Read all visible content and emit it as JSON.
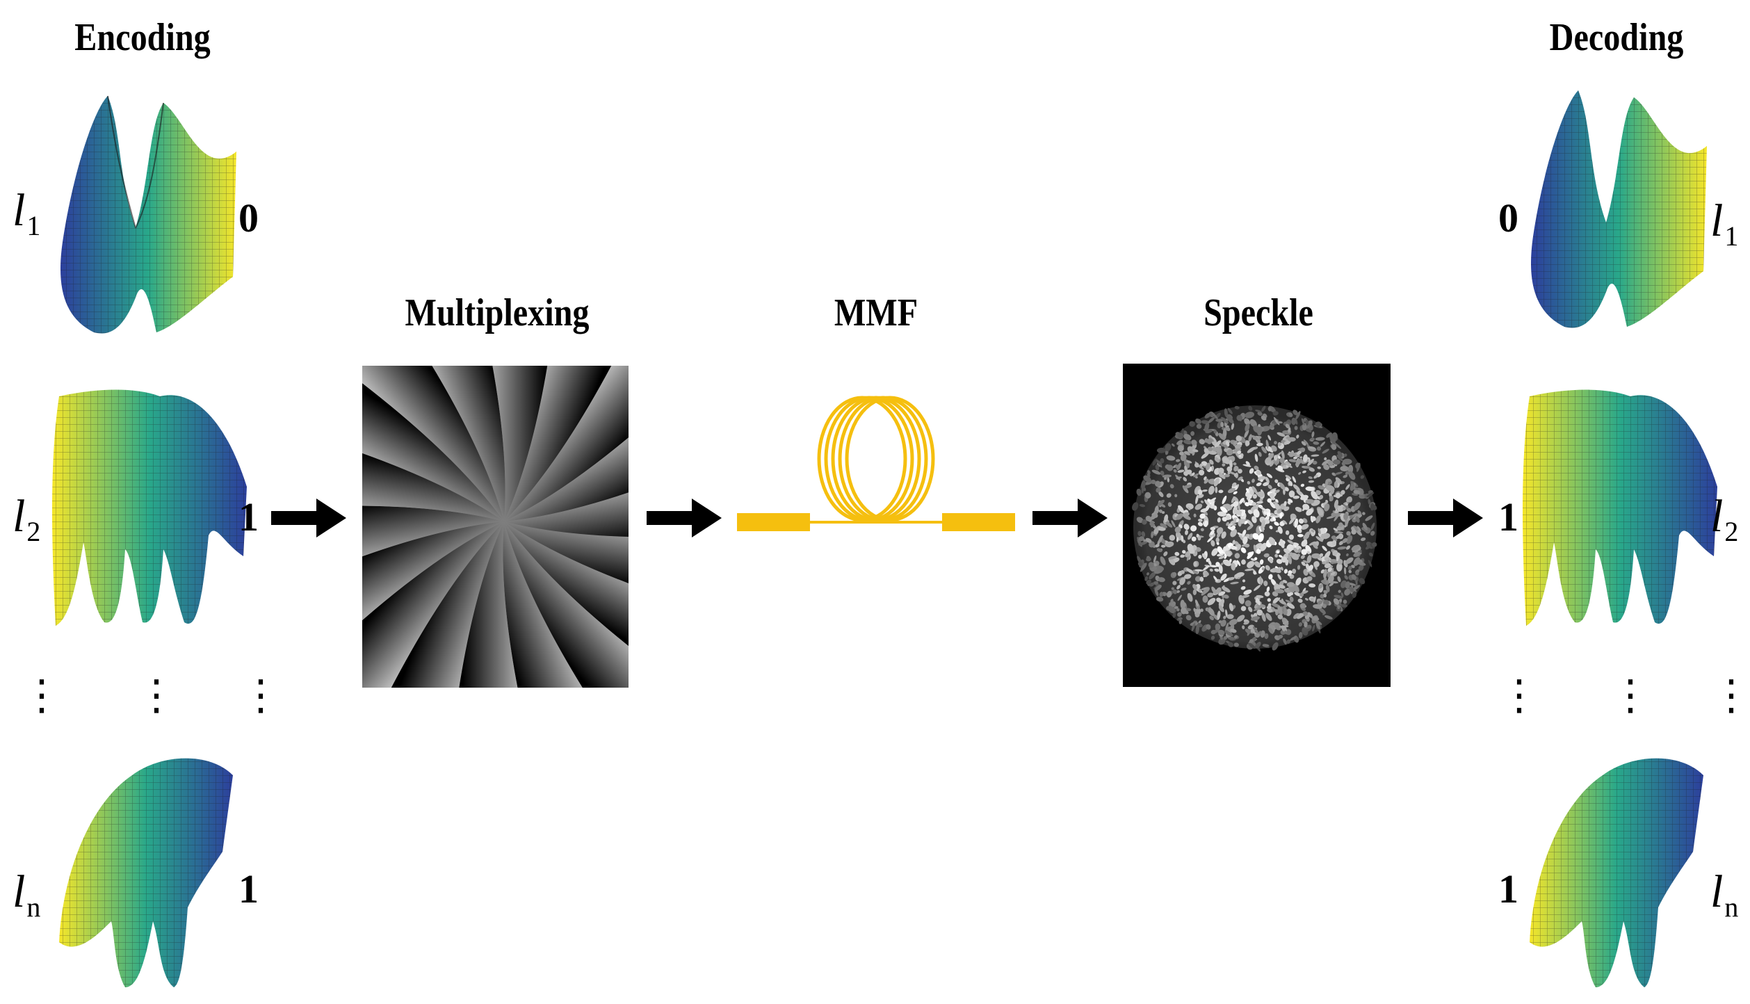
{
  "encoding": {
    "title": "Encoding",
    "rows": [
      {
        "mode_letter": "l",
        "mode_sub": "1",
        "bit": "0"
      },
      {
        "mode_letter": "l",
        "mode_sub": "2",
        "bit": "1"
      },
      {
        "mode_letter": "l",
        "mode_sub": "n",
        "bit": "1"
      }
    ]
  },
  "multiplexing": {
    "title": "Multiplexing"
  },
  "fiber": {
    "title": "MMF",
    "color": "#F5BF0F"
  },
  "speckle": {
    "title": "Speckle"
  },
  "decoding": {
    "title": "Decoding",
    "rows": [
      {
        "mode_letter": "l",
        "mode_sub": "1",
        "bit": "0"
      },
      {
        "mode_letter": "l",
        "mode_sub": "2",
        "bit": "1"
      },
      {
        "mode_letter": "l",
        "mode_sub": "n",
        "bit": "1"
      }
    ]
  },
  "ellipsis": "⋮",
  "colors": {
    "arrow": "#000000",
    "surface_low": "#2c3f9c",
    "surface_mid": "#29a88a",
    "surface_high": "#f5e62a"
  }
}
